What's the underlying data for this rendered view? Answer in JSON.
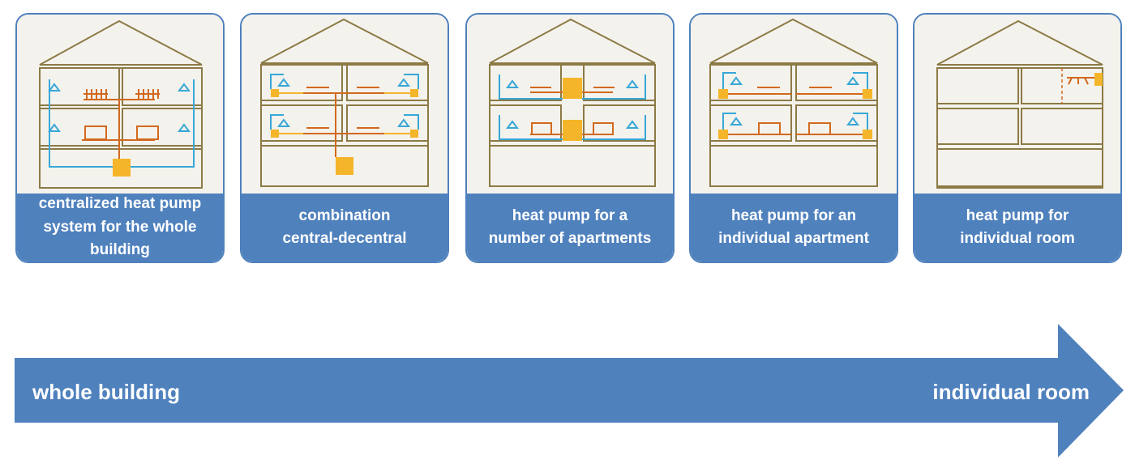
{
  "panels": [
    {
      "lines": [
        "centralized heat pump",
        "system for the whole",
        "building"
      ]
    },
    {
      "lines": [
        "combination",
        "central-decentral"
      ]
    },
    {
      "lines": [
        "heat pump for a",
        "number of apartments"
      ]
    },
    {
      "lines": [
        "heat pump for an",
        "individual apartment"
      ]
    },
    {
      "lines": [
        "heat pump for",
        "individual room"
      ]
    }
  ],
  "axis": {
    "left_label": "whole building",
    "right_label": "individual room"
  },
  "colors": {
    "accent": "#4f81bd",
    "house_outline": "#8c7a45",
    "house_fill": "#f4f2ec",
    "cold_pipe": "#37a7d8",
    "warm_pipe": "#d2691e",
    "heat_pump": "#f5b52a"
  }
}
